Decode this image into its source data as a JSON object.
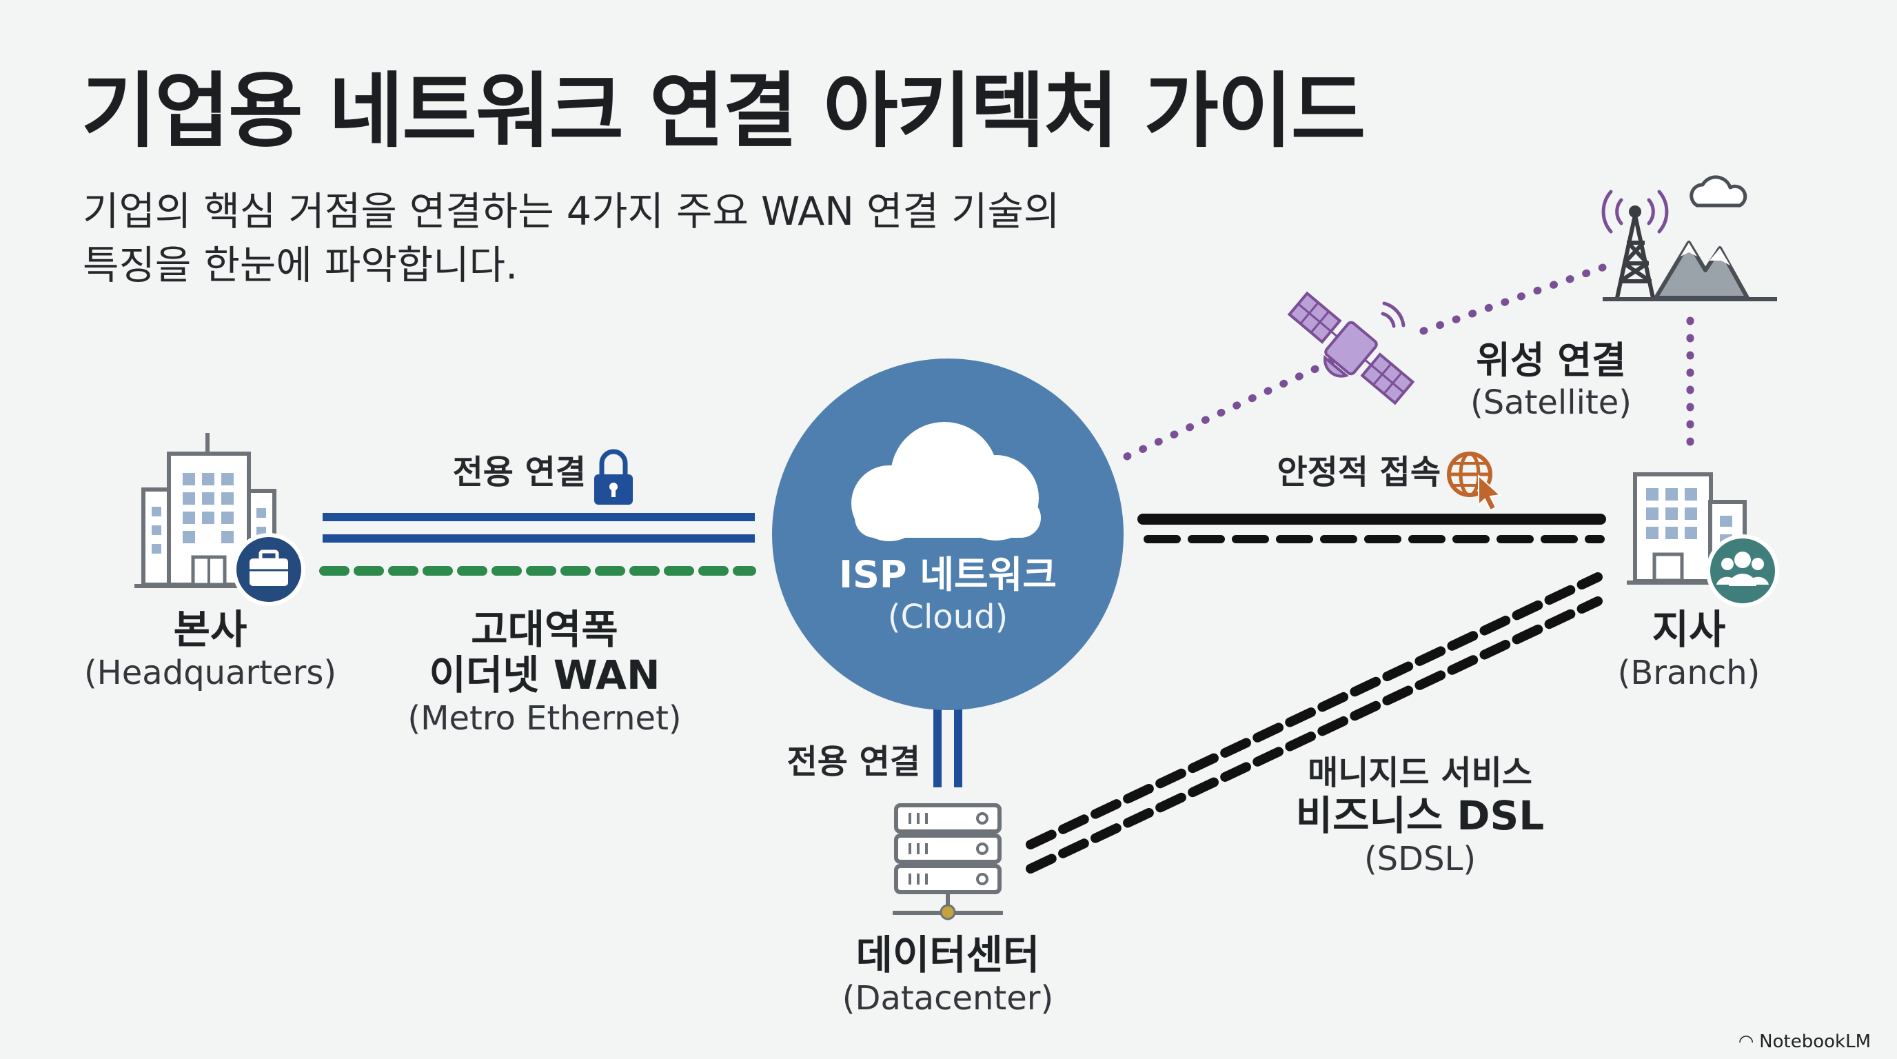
{
  "title": "기업용 네트워크 연결 아키텍처 가이드",
  "subtitle": "기업의 핵심 거점을 연결하는 4가지 주요 WAN 연결 기술의 특징을 한눈에 파악합니다.",
  "nodes": {
    "hq": {
      "name": "본사",
      "sub": "(Headquarters)"
    },
    "isp": {
      "name": "ISP 네트워크",
      "sub": "(Cloud)"
    },
    "branch": {
      "name": "지사",
      "sub": "(Branch)"
    },
    "datacenter": {
      "name": "데이터센터",
      "sub": "(Datacenter)"
    }
  },
  "links": {
    "metro": {
      "top_label": "전용 연결",
      "name_line1": "고대역폭",
      "name_line2": "이더넷 WAN",
      "sub": "(Metro Ethernet)"
    },
    "satellite": {
      "name": "위성 연결",
      "sub": "(Satellite)"
    },
    "branch_link": {
      "label": "안정적 접속"
    },
    "datacenter_link": {
      "label": "전용 연결"
    },
    "sdsl": {
      "label": "매니지드 서비스",
      "name": "비즈니스 DSL",
      "sub": "(SDSL)"
    }
  },
  "colors": {
    "cloud": "#4f7fae",
    "navy_line": "#1f4f99",
    "green_dash": "#2d8a4c",
    "purple_dots": "#7a4f96",
    "black": "#111111",
    "teal_badge": "#3f7e7a",
    "gray_icon": "#6d7379"
  },
  "branding": "NotebookLM"
}
